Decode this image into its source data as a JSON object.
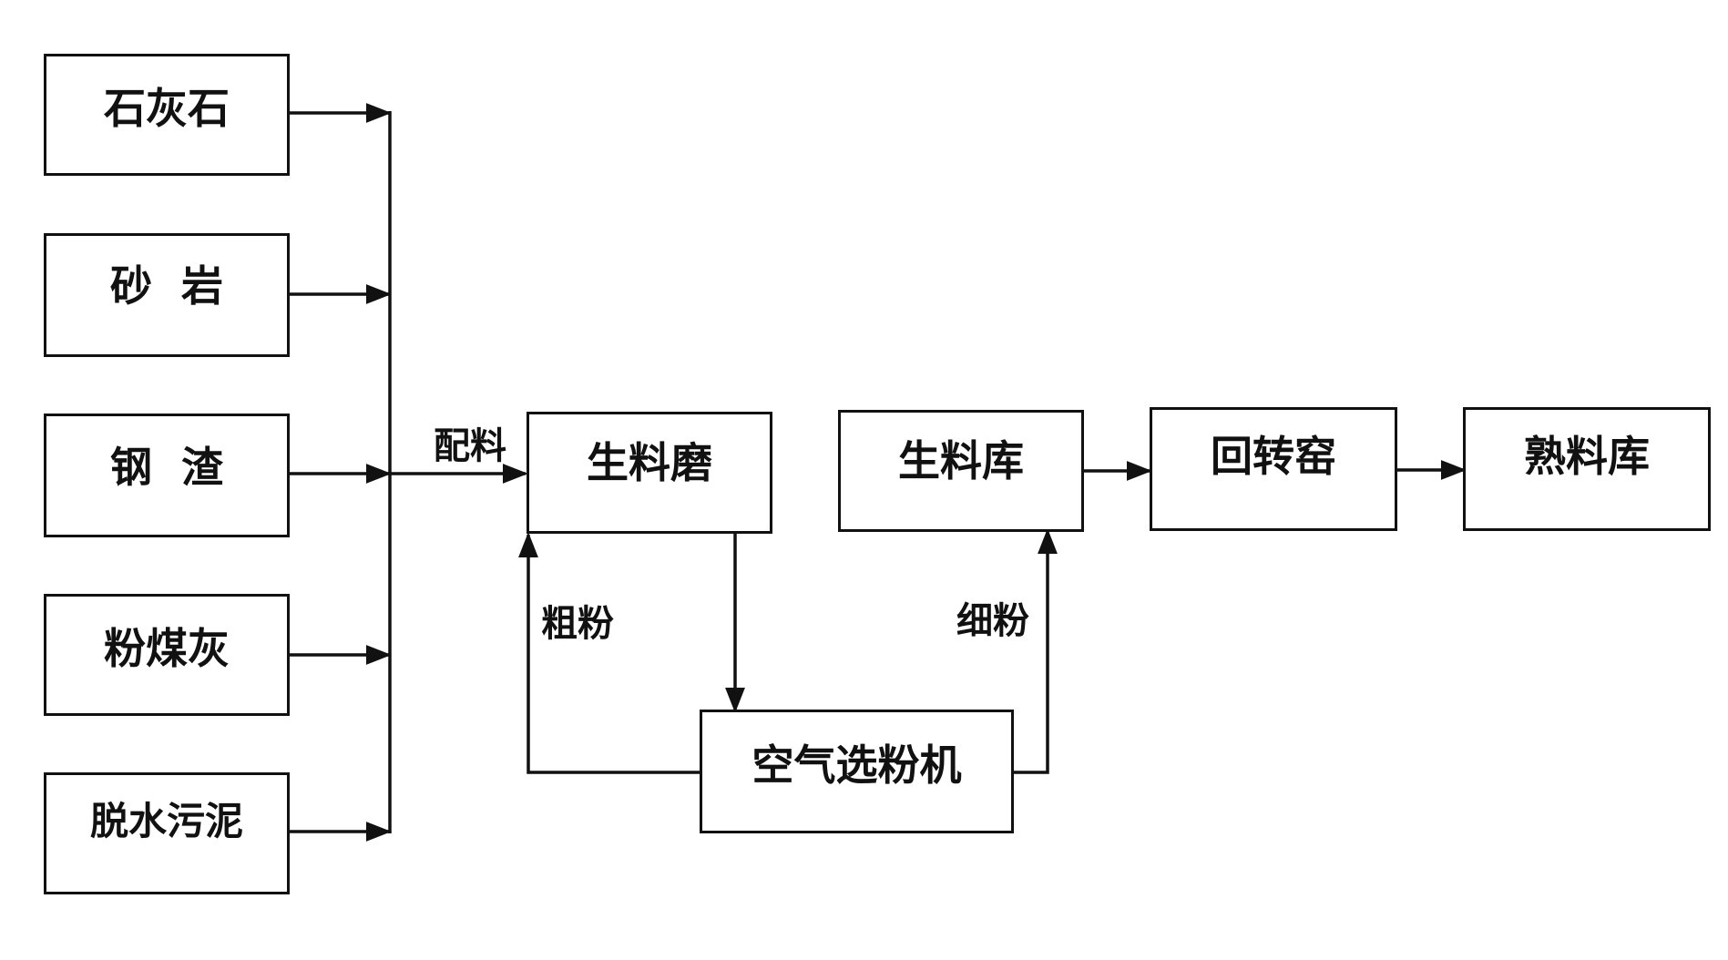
{
  "diagram": {
    "raw_materials": [
      {
        "label": "石灰石"
      },
      {
        "label": "砂  岩"
      },
      {
        "label": "钢  渣"
      },
      {
        "label": "粉煤灰"
      },
      {
        "label": "脱水污泥"
      }
    ],
    "process": {
      "raw_mill": "生料磨",
      "separator": "空气选粉机",
      "raw_silo": "生料库",
      "rotary_kiln": "回转窑",
      "clinker_silo": "熟料库"
    },
    "edges": {
      "batching": "配料",
      "coarse_powder": "粗粉",
      "fine_powder": "细粉"
    },
    "colors": {
      "line": "#111111",
      "box_border": "#111111",
      "background": "#ffffff"
    }
  }
}
